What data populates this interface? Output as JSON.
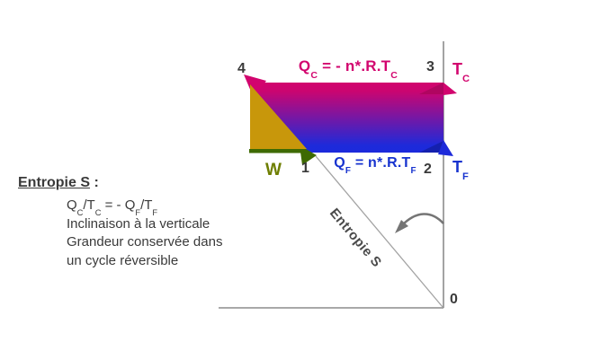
{
  "colors": {
    "hot_crimson": "#d2046e",
    "cold_blue": "#1d2ada",
    "cold_blue_text": "#1733cf",
    "work_gold": "#c8970b",
    "work_dark_olive": "#3e6a02",
    "work_text_olive": "#6e7e00",
    "axis_gray": "#8c8c8c",
    "text_dark": "#3a3a3a"
  },
  "note": {
    "heading": "Entropie S",
    "colon": " :",
    "eq": [
      "Q",
      "C",
      "/T",
      "C",
      " =  - Q",
      "F",
      "/T",
      "F"
    ],
    "line_inclinaison": "Inclinaison à la verticale",
    "line_grandeur": "Grandeur conservée dans",
    "line_cycle": "un cycle réversible"
  },
  "diagram": {
    "hot_heat_formula": [
      "Q",
      "C",
      " = - n*.R.T",
      "C"
    ],
    "cold_heat_formula": [
      "Q",
      "F",
      " = n*.R.T",
      "F"
    ],
    "hot_temp": [
      "T",
      "C"
    ],
    "cold_temp": [
      "T",
      "F"
    ],
    "work_label": "W",
    "entropy_axis_label": "Entropie S",
    "points": {
      "p0": "0",
      "p1": "1",
      "p2": "2",
      "p3": "3",
      "p4": "4"
    }
  }
}
